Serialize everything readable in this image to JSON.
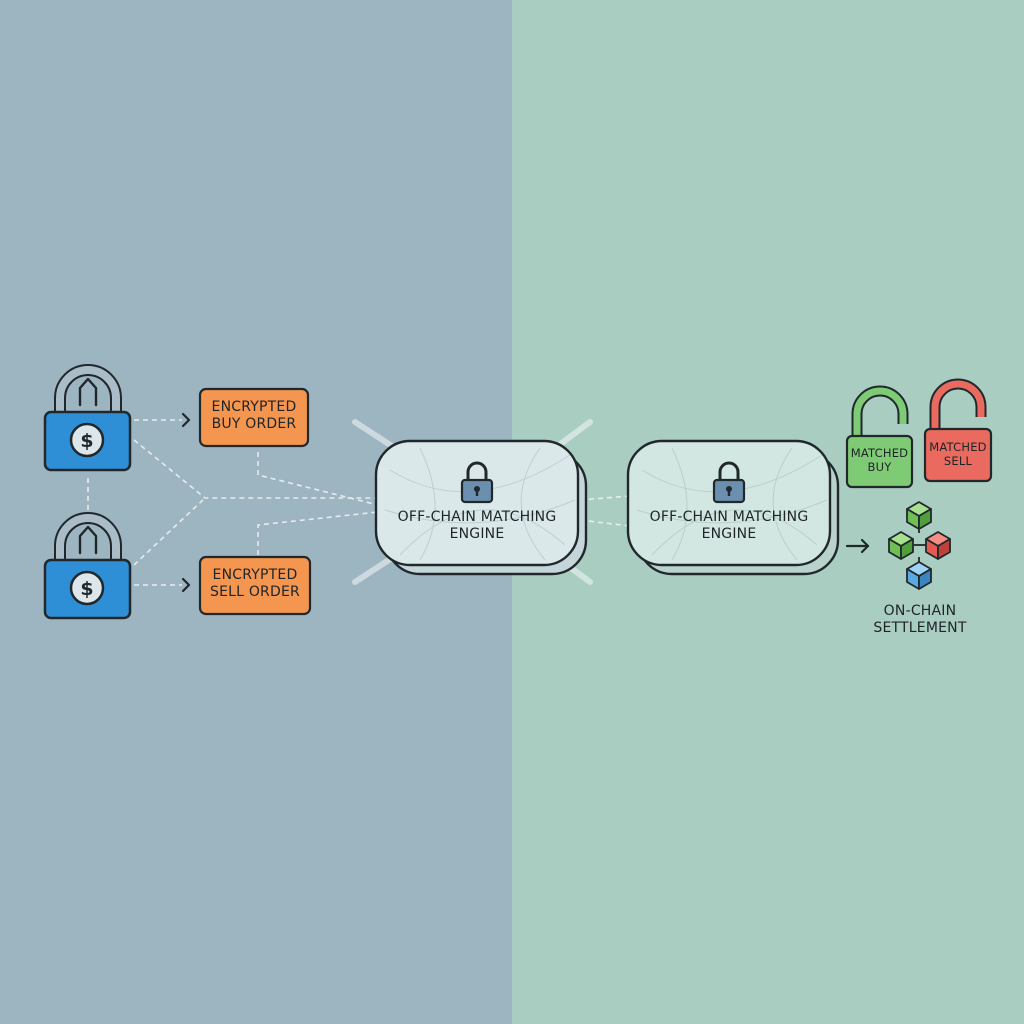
{
  "colors": {
    "left_panel": "#9db4c1",
    "right_panel": "#a9cdc1",
    "lock_blue": "#2f8fd6",
    "order_orange": "#f4964f",
    "matched_green": "#7fcb75",
    "matched_red": "#ea6a60",
    "engine_fill": "#d7e5e7",
    "outline": "#20282c"
  },
  "icons": {
    "buyer_lock": "padlock-dollar-icon",
    "seller_lock": "padlock-dollar-icon",
    "engine_lock": "padlock-icon",
    "matched_lock": "open-padlock-icon",
    "settlement": "blockchain-cubes-icon",
    "arrow": "arrow-right-icon"
  },
  "orders": {
    "buy": {
      "line1": "ENCRYPTED",
      "line2": "BUY ORDER"
    },
    "sell": {
      "line1": "ENCRYPTED",
      "line2": "SELL ORDER"
    }
  },
  "engines": [
    {
      "line1": "OFF-CHAIN MATCHING",
      "line2": "ENGINE"
    },
    {
      "line1": "OFF-CHAIN MATCHING",
      "line2": "ENGINE"
    }
  ],
  "matched": {
    "buy": {
      "line1": "MATCHED",
      "line2": "BUY"
    },
    "sell": {
      "line1": "MATCHED",
      "line2": "SELL"
    }
  },
  "settlement": {
    "line1": "ON-CHAIN",
    "line2": "SETTLEMENT"
  }
}
